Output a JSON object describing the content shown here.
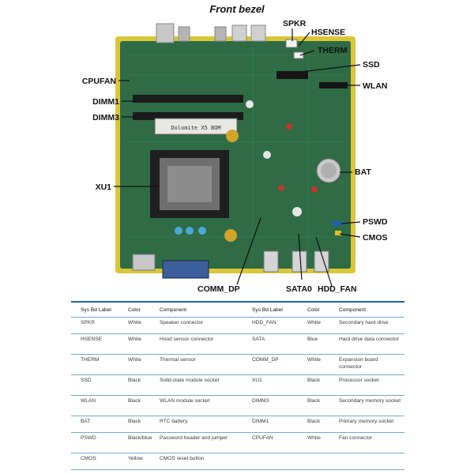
{
  "diagram": {
    "title": "Front bezel",
    "callouts": {
      "spkr": "SPKR",
      "hsense": "HSENSE",
      "therm": "THERM",
      "ssd": "SSD",
      "wlan": "WLAN",
      "cpufan": "CPUFAN",
      "dimm1": "DIMM1",
      "dimm3": "DIMM3",
      "bat": "BAT",
      "xu1": "XU1",
      "pswd": "PSWD",
      "cmos": "CMOS",
      "comm_dp": "COMM_DP",
      "sata0": "SATA0",
      "hdd_fan": "HDD_FAN"
    },
    "board_label": "Dolomite X5 BOM"
  },
  "table": {
    "headers": [
      "Sys Bd Label",
      "Color",
      "Component",
      "Sys Bd Label",
      "Color",
      "Component"
    ],
    "rows": [
      [
        "SPKR",
        "White",
        "Speaker connector",
        "HDD_FAN",
        "White",
        "Secondary hard drive"
      ],
      [
        "HSENSE",
        "White",
        "Hood sensor connector",
        "SATA",
        "Blue",
        "Hard drive data connector"
      ],
      [
        "THERM",
        "White",
        "Thermal sensor",
        "COMM_DP",
        "White",
        "Expansion board connector"
      ],
      [
        "SSD",
        "Black",
        "Solid-state module socket",
        "XU1",
        "Black",
        "Processor socket"
      ],
      [
        "WLAN",
        "Black",
        "WLAN module socket",
        "DIMM3",
        "Black",
        "Secondary memory socket"
      ],
      [
        "BAT",
        "Black",
        "RTC battery",
        "DIMM1",
        "Black",
        "Primary memory socket"
      ],
      [
        "PSWD",
        "Black/blue",
        "Password header and jumper",
        "CPUFAN",
        "White",
        "Fan connector"
      ],
      [
        "CMOS",
        "Yellow",
        "CMOS reset button",
        "",
        "",
        ""
      ]
    ]
  },
  "colors": {
    "pcb": "#2f6b45",
    "pcb_edge": "#d9c63a",
    "table_rule": "#1f5fa8"
  }
}
